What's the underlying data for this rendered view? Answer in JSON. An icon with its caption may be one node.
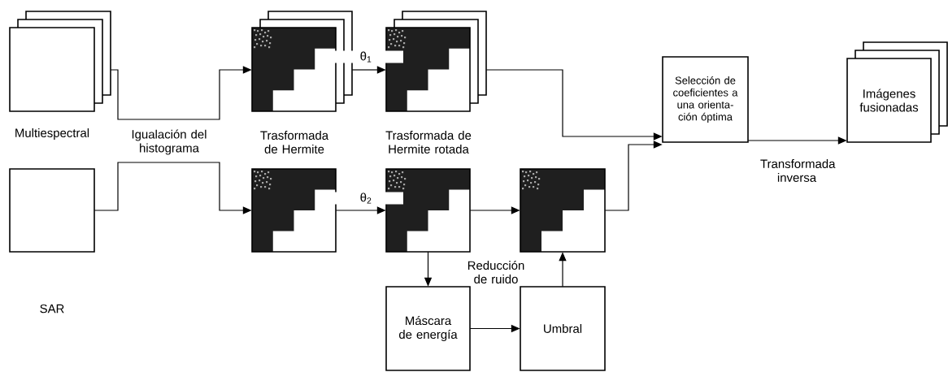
{
  "diagram": {
    "nodes": [
      {
        "text": [
          "Multiespectral"
        ]
      },
      {
        "text": [
          "SAR"
        ]
      },
      {
        "text": [
          "Trasformada de Hermite"
        ]
      },
      {
        "text": [],
        "shape": "picture"
      },
      {
        "text": [
          "Trasformada de Hermite rotada"
        ]
      },
      {
        "text": [],
        "shape": "picture"
      },
      {
        "text": [],
        "shape": "picture"
      },
      {
        "text": [
          "Máscara de energía"
        ]
      },
      {
        "text": [
          "Umbral"
        ]
      },
      {
        "text": [
          "Selección de coeficientes a una orienta- ción óptima"
        ]
      },
      {
        "text": [
          "Imágenes fusionadas"
        ]
      }
    ],
    "edges": [
      {
        "from": 0,
        "to": 2,
        "arrow": "to"
      },
      {
        "from": 1,
        "to": 3,
        "arrow": "to"
      },
      {
        "from": 2,
        "to": 4,
        "arrow": "to",
        "label": "θ$_{1}$"
      },
      {
        "from": 3,
        "to": 5,
        "arrow": "to",
        "label": "θ$_{2}$"
      },
      {
        "from": 5,
        "to": 6,
        "arrow": "to"
      },
      {
        "from": 5,
        "to": 7,
        "arrow": "to"
      },
      {
        "from": 7,
        "to": 8,
        "arrow": "to"
      },
      {
        "from": 8,
        "to": 6,
        "arrow": "to"
      },
      {
        "from": 4,
        "to": 9,
        "arrow": "to"
      },
      {
        "from": 6,
        "to": 9,
        "arrow": "to"
      },
      {
        "from": 9,
        "to": 10,
        "arrow": "to",
        "label": "Transformada inversa"
      }
    ],
    "labels": [
      "Igualación del histograma",
      "Reducción de ruido"
    ]
  }
}
